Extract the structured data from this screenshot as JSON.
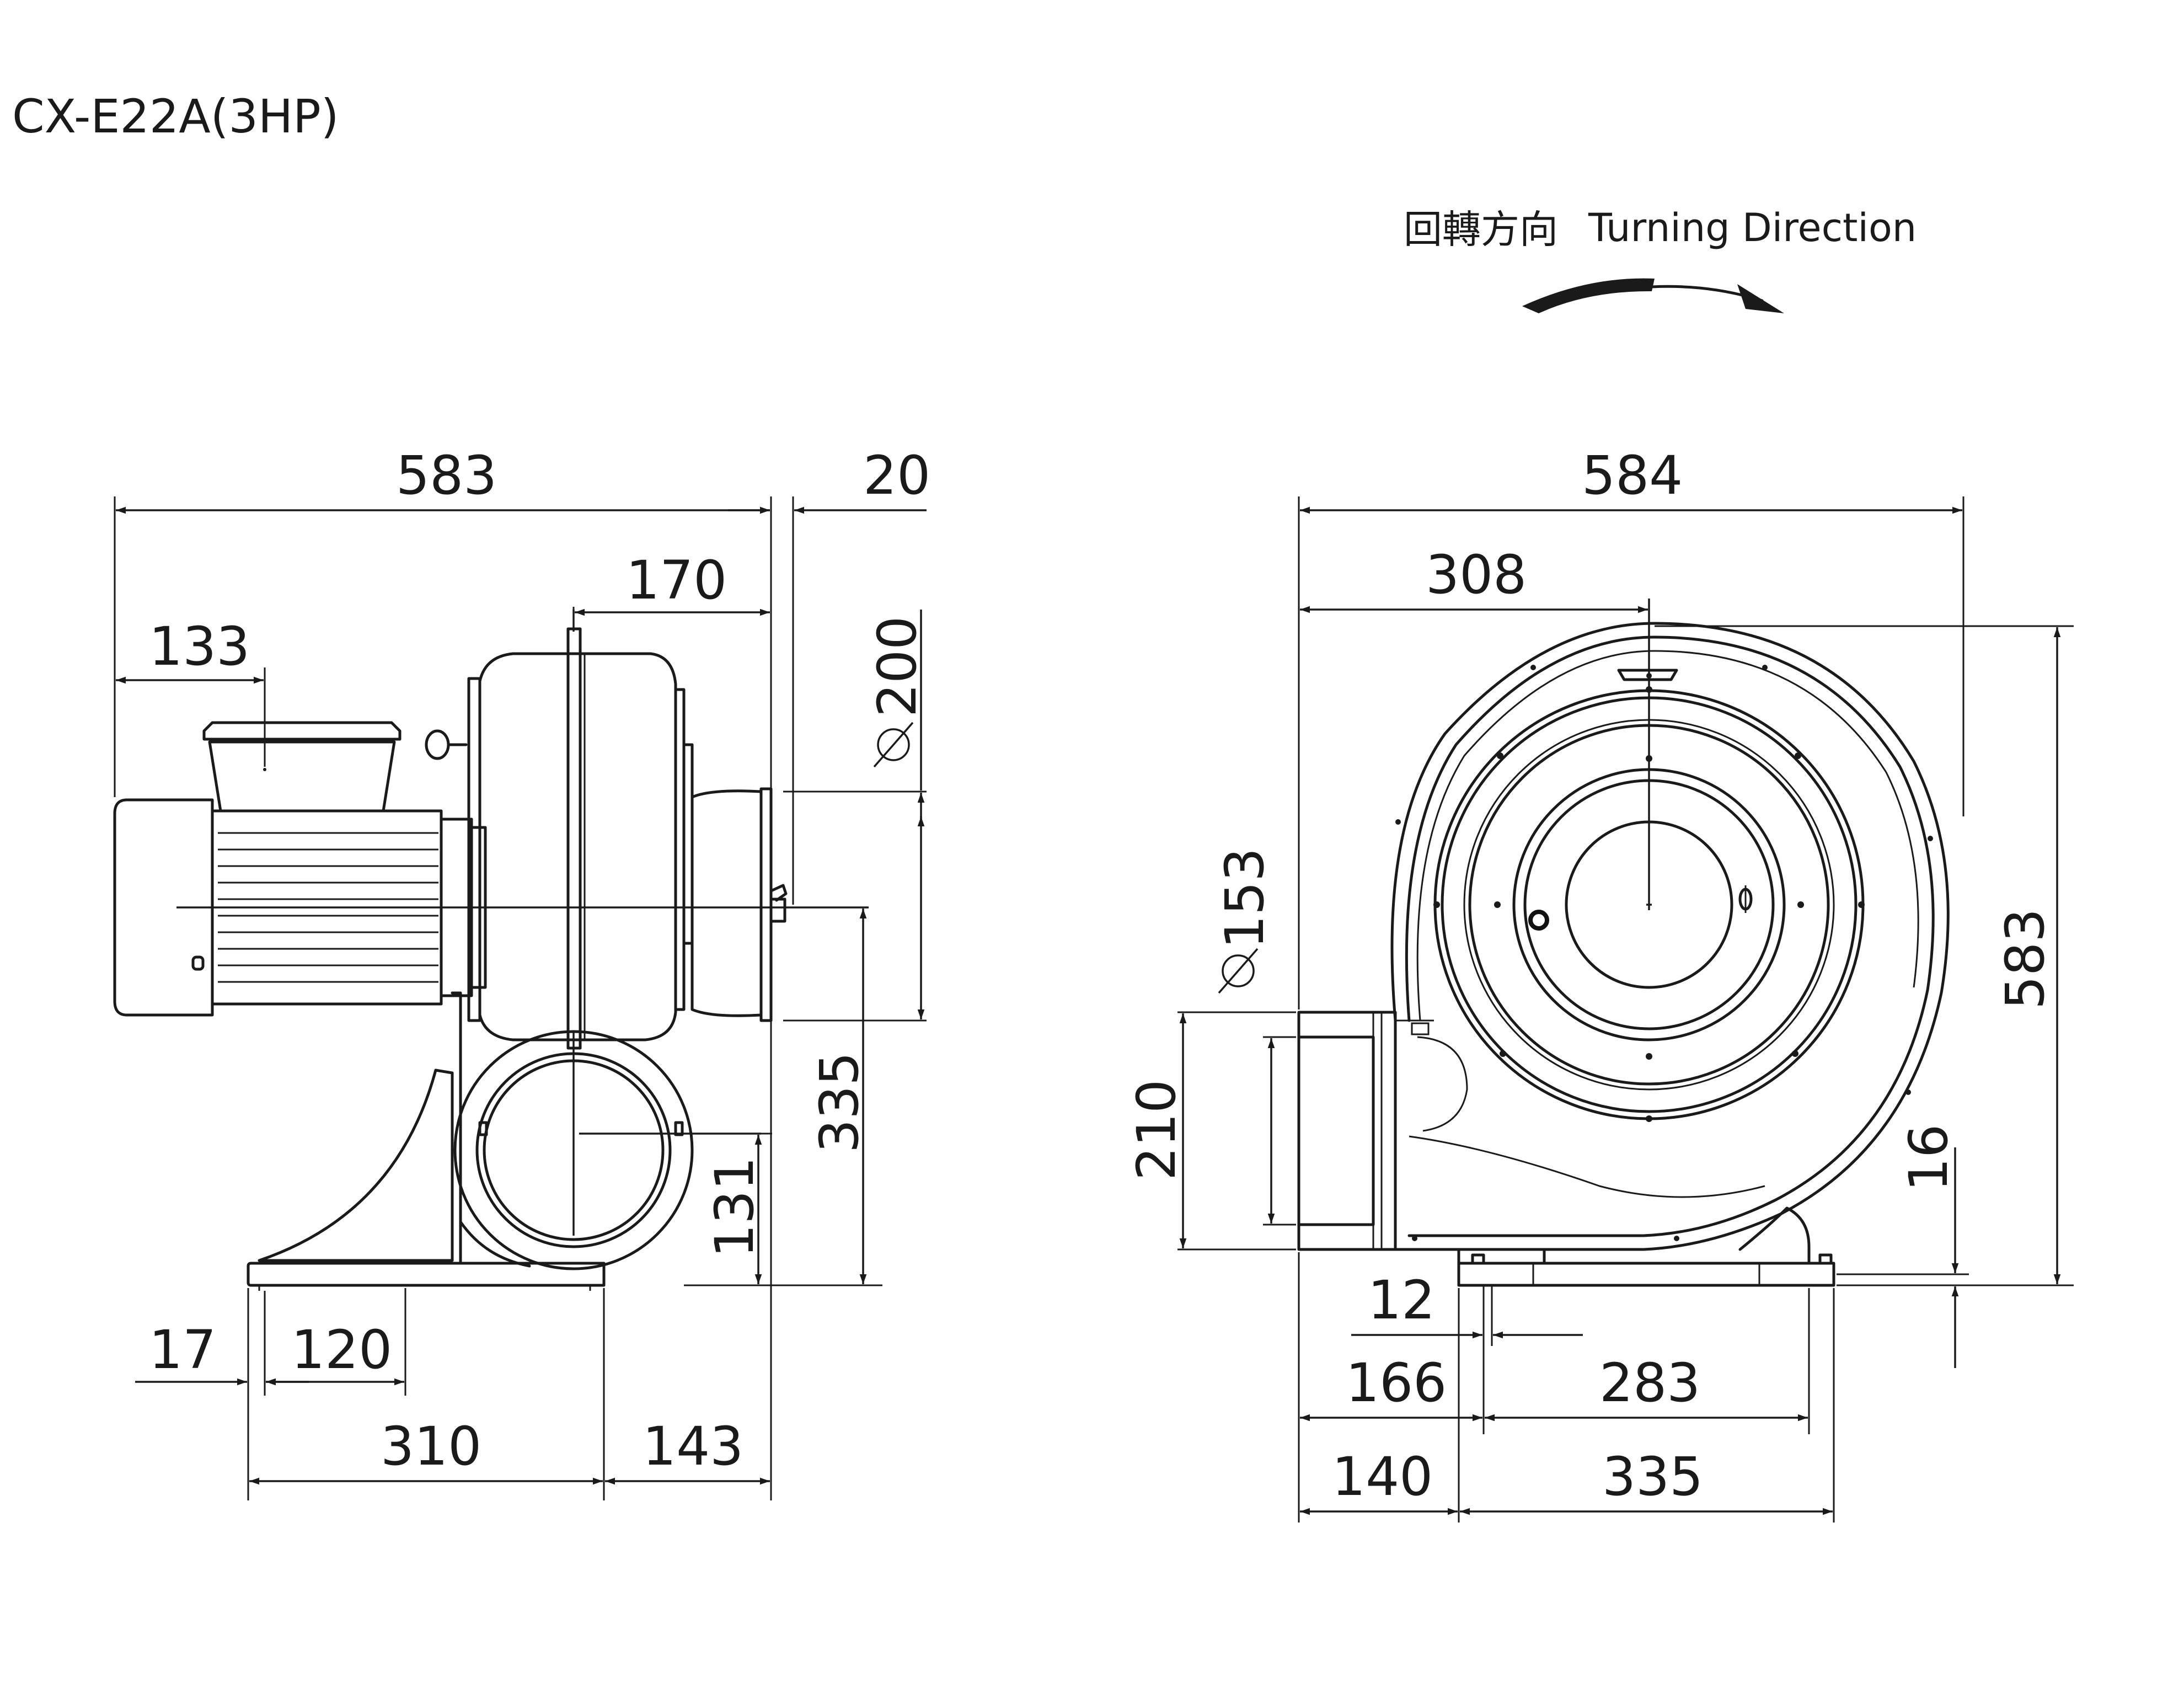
{
  "title": "CX-E22A(3HP)",
  "turning_direction": {
    "label_cn": "回轉方向",
    "label_en": "Turning Direction"
  },
  "side_view": {
    "overall_length": "583",
    "flange_thickness": "20",
    "inlet_depth": "170",
    "motor_box_offset": "133",
    "inlet_diameter": "200",
    "center_height": "335",
    "outlet_center_height": "131",
    "foot_edge": "17",
    "bolt_spacing": "120",
    "base_length": "310",
    "base_to_flange": "143"
  },
  "front_view": {
    "overall_width": "584",
    "inlet_center_offset": "308",
    "overall_height": "583",
    "outlet_diameter": "153",
    "outlet_height": "210",
    "foot_height": "16",
    "bolt_hole": "12",
    "outlet_to_base": "166",
    "bolt_spacing": "283",
    "base_offset": "140",
    "base_width": "335"
  }
}
